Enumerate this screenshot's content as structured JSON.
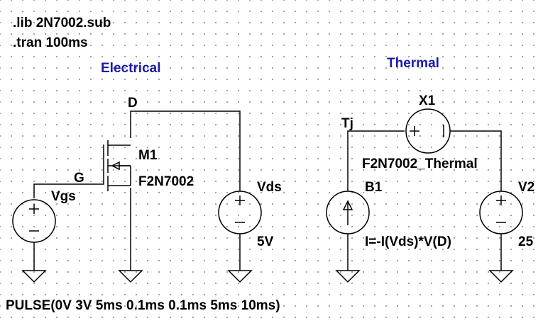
{
  "directives": {
    "lib": ".lib 2N7002.sub",
    "tran": ".tran 100ms"
  },
  "sections": {
    "electrical": "Electrical",
    "thermal": "Thermal"
  },
  "nets": {
    "drain": "D",
    "gate": "G",
    "junction_temp": "Tj"
  },
  "components": {
    "mosfet": {
      "ref": "M1",
      "model": "F2N7002"
    },
    "vgs": {
      "ref": "Vgs",
      "value": "PULSE(0V 3V 5ms 0.1ms 0.1ms 5ms 10ms)"
    },
    "vds": {
      "ref": "Vds",
      "value": "5V"
    },
    "thermal_model": {
      "ref": "X1",
      "model": "F2N7002_Thermal"
    },
    "b1": {
      "ref": "B1",
      "value": "I=-I(Vds)*V(D)"
    },
    "v2": {
      "ref": "V2",
      "value": "25"
    }
  },
  "colors": {
    "section_title": "#1a1aa8",
    "wire": "#000000",
    "grid_dot": "#8a8a8a"
  }
}
